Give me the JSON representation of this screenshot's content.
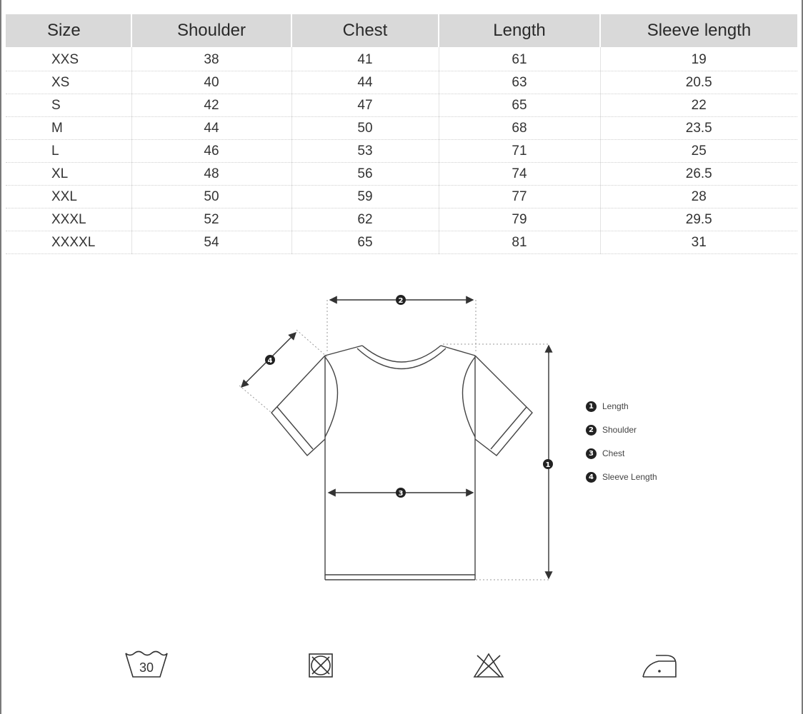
{
  "table": {
    "headers": [
      "Size",
      "Shoulder",
      "Chest",
      "Length",
      "Sleeve length"
    ],
    "rows": [
      [
        "XXS",
        "38",
        "41",
        "61",
        "19"
      ],
      [
        "XS",
        "40",
        "44",
        "63",
        "20.5"
      ],
      [
        "S",
        "42",
        "47",
        "65",
        "22"
      ],
      [
        "M",
        "44",
        "50",
        "68",
        "23.5"
      ],
      [
        "L",
        "46",
        "53",
        "71",
        "25"
      ],
      [
        "XL",
        "48",
        "56",
        "74",
        "26.5"
      ],
      [
        "XXL",
        "50",
        "59",
        "77",
        "28"
      ],
      [
        "XXXL",
        "52",
        "62",
        "79",
        "29.5"
      ],
      [
        "XXXXL",
        "54",
        "65",
        "81",
        "31"
      ]
    ]
  },
  "diagram": {
    "markers": {
      "length": "1",
      "shoulder": "2",
      "chest": "3",
      "sleeve": "4"
    },
    "legend": [
      {
        "num": "1",
        "label": "Length"
      },
      {
        "num": "2",
        "label": "Shoulder"
      },
      {
        "num": "3",
        "label": "Chest"
      },
      {
        "num": "4",
        "label": "Sleeve Length"
      }
    ]
  },
  "care": {
    "wash_temp": "30",
    "icons": [
      "wash-30-icon",
      "do-not-tumble-dry-icon",
      "do-not-bleach-icon",
      "iron-low-icon"
    ]
  }
}
